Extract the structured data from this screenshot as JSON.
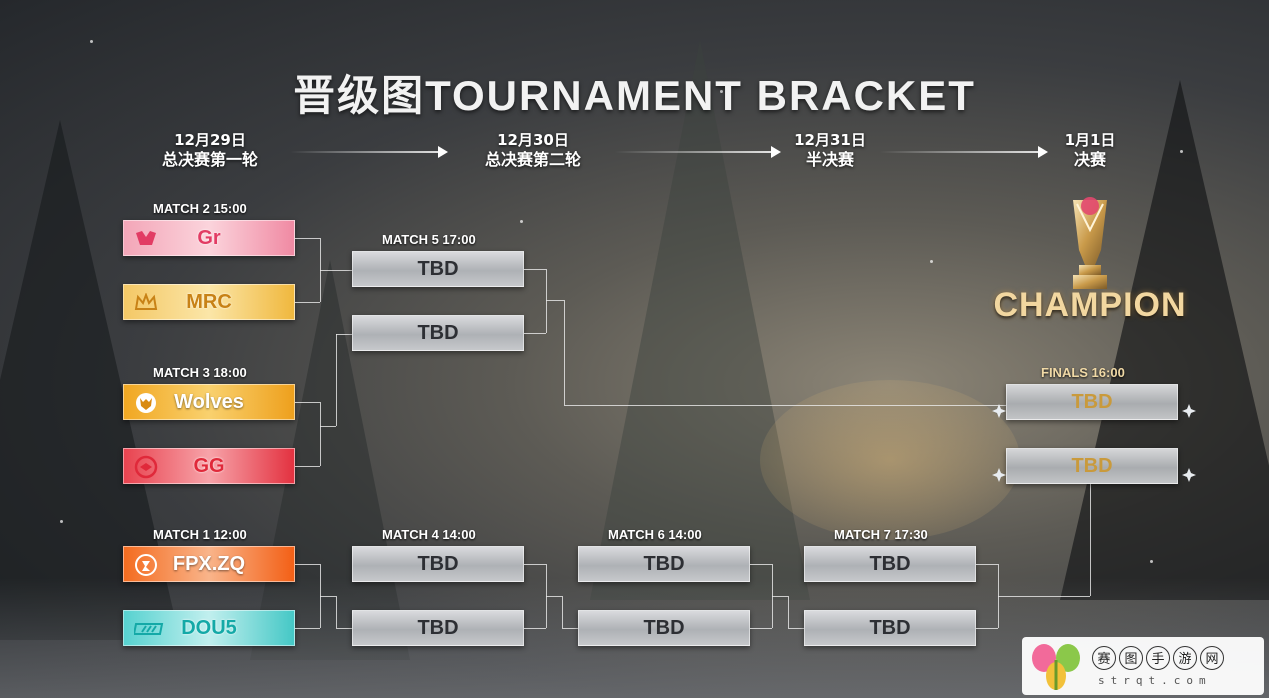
{
  "title": "晋级图TOURNAMENT BRACKET",
  "rounds": [
    {
      "date": "12月29日",
      "name": "总决赛第一轮"
    },
    {
      "date": "12月30日",
      "name": "总决赛第二轮"
    },
    {
      "date": "12月31日",
      "name": "半决赛"
    },
    {
      "date": "1月1日",
      "name": "决赛"
    }
  ],
  "matches": {
    "m2": "MATCH 2  15:00",
    "m3": "MATCH 3  18:00",
    "m1": "MATCH 1  12:00",
    "m5": "MATCH 5  17:00",
    "m4": "MATCH 4  14:00",
    "m6": "MATCH 6  14:00",
    "m7": "MATCH 7  17:30",
    "finals": "FINALS  16:00"
  },
  "teams": {
    "gr": "Gr",
    "mrc": "MRC",
    "wolves": "Wolves",
    "gg": "GG",
    "fpx": "FPX.ZQ",
    "dous": "DOU5"
  },
  "tbd": "TBD",
  "champion": "CHAMPION",
  "watermark": {
    "chars": [
      "赛",
      "图",
      "手",
      "游",
      "网"
    ],
    "sub": "strqt.com"
  },
  "colors": {
    "gr": "#e23c64",
    "mrc": "#c88216",
    "wolves": "#f1a722",
    "gg": "#e0293a",
    "fpx": "#f46c20",
    "dous": "#14a9a7",
    "champion": "#f2d7a0"
  },
  "icons": [
    "gr-logo-icon",
    "mrc-crown-icon",
    "wolves-wolf-icon",
    "gg-logo-icon",
    "fpx-logo-icon",
    "dous-logo-icon",
    "trophy-icon",
    "watermark-clover-icon"
  ]
}
